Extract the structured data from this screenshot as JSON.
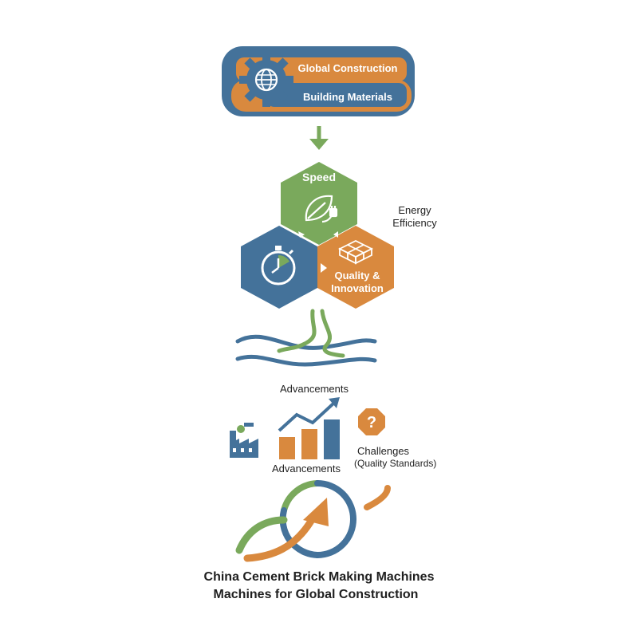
{
  "banner": {
    "line1": "Global Construction",
    "line2": "Building Materials",
    "icon": "gear-globe-icon"
  },
  "hexagons": {
    "top": {
      "label": "Speed",
      "icon": "leaf-plug-icon"
    },
    "left": {
      "icon": "stopwatch-icon"
    },
    "right": {
      "label_line1": "Quality &",
      "label_line2": "Innovation",
      "icon": "brick-wall-icon"
    }
  },
  "side_label": {
    "line1": "Energy",
    "line2": "Efficiency"
  },
  "advancements_top": "Advancements",
  "advancements_bottom": "Advancements",
  "challenges": {
    "line1": "Challenges",
    "line2": "(Quality Standards)"
  },
  "footer": {
    "line1": "China Cement Brick Making Machines",
    "line2": "Machines for Global Construction"
  },
  "colors": {
    "blue": "#44729a",
    "orange": "#d9893e",
    "green": "#7aa95c",
    "dark": "#1f1f1f"
  }
}
